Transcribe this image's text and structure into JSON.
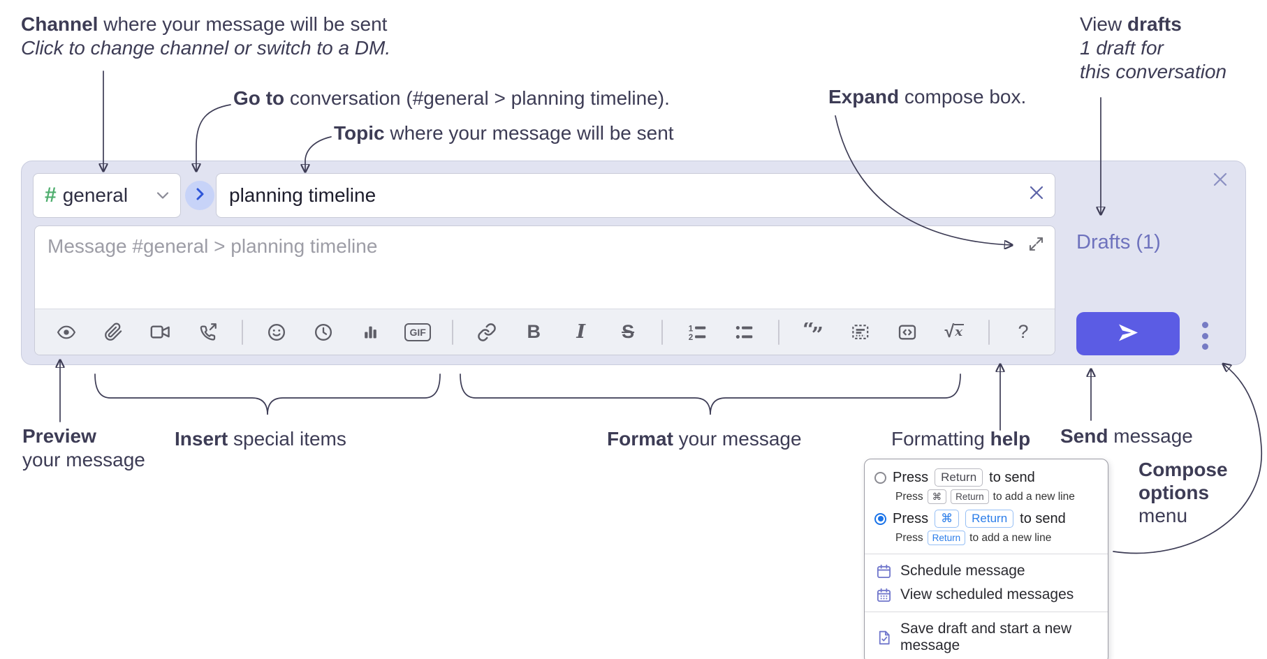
{
  "annotations": {
    "channel": {
      "bold": "Channel",
      "rest": " where your message will be sent",
      "sub_italic": "Click to change channel or switch to a DM."
    },
    "goto": {
      "bold": "Go to",
      "rest": " conversation (#general > planning timeline)."
    },
    "topic": {
      "bold": "Topic",
      "rest": " where your message will be sent"
    },
    "expand": {
      "bold": "Expand",
      "rest": " compose box."
    },
    "view_drafts": {
      "pre": "View ",
      "bold": "drafts",
      "line2": "1 draft for",
      "line3": "this conversation"
    },
    "preview": {
      "bold": "Preview",
      "line2": "your message"
    },
    "insert": {
      "bold": "Insert",
      "rest": " special items"
    },
    "format": {
      "bold": "Format",
      "rest": " your message"
    },
    "help": {
      "pre": "Formatting ",
      "bold": "help"
    },
    "send": {
      "bold": "Send",
      "rest": " message"
    },
    "compose_options": {
      "line1": "Compose",
      "line2": "options",
      "line3": "menu"
    }
  },
  "compose": {
    "channel": {
      "hash": "#",
      "name": "general"
    },
    "topic_input": {
      "value": "planning timeline"
    },
    "message_input": {
      "placeholder": "Message #general > planning timeline"
    },
    "drafts_link": "Drafts (1)",
    "toolbar": {
      "icons": [
        "preview",
        "attach-file",
        "video-call",
        "audio-call",
        "emoji",
        "time",
        "poll",
        "gif",
        "link",
        "bold",
        "italic",
        "strikethrough",
        "numbered-list",
        "bulleted-list",
        "quote",
        "spoiler",
        "code",
        "math",
        "help"
      ],
      "glyphs": {
        "gif": "GIF",
        "bold": "B",
        "italic": "I",
        "strikethrough": "S",
        "help": "?",
        "math_root": "√",
        "math_x": "x"
      }
    }
  },
  "popup": {
    "option_return": {
      "press": "Press",
      "key": "Return",
      "suffix": "to send",
      "sub_press": "Press",
      "sub_key1": "⌘",
      "sub_key2": "Return",
      "sub_suffix": "to add a new line"
    },
    "option_cmd_return": {
      "press": "Press",
      "key1": "⌘",
      "key2": "Return",
      "suffix": "to send",
      "sub_press": "Press",
      "sub_key": "Return",
      "sub_suffix": "to add a new line"
    },
    "items": [
      {
        "icon": "calendar-icon",
        "label": "Schedule message"
      },
      {
        "icon": "calendar-grid-icon",
        "label": "View scheduled messages"
      },
      {
        "icon": "save-draft-icon",
        "label": "Save draft and start a new message"
      }
    ]
  },
  "colors": {
    "accent_send": "#5b5ce4",
    "drafts_link": "#6e72bd",
    "selected_radio": "#1a73e8",
    "hash_green": "#4fae6e",
    "compose_bg": "#e1e3f1",
    "key_blue": "#2b7de9"
  }
}
